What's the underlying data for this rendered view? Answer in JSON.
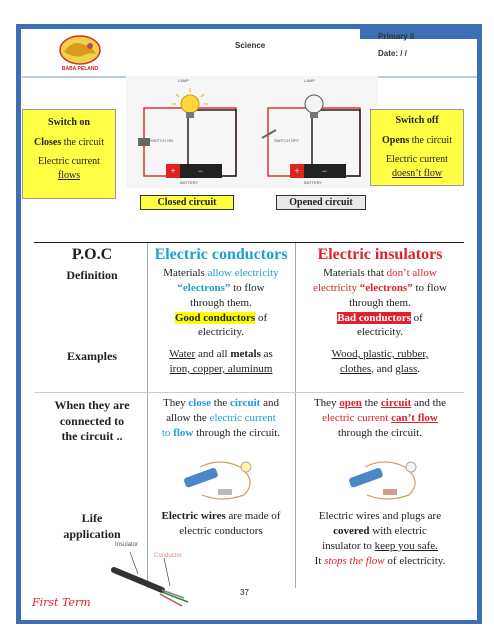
{
  "header": {
    "subject": "Science",
    "grade": "Primary 6",
    "date_label": "Date:  /  /",
    "logo_text": "BABA PELAND"
  },
  "circuit_image": {
    "lamp_left": "LAMP",
    "lamp_right": "LAMP",
    "switch_on": "SWITCH ON",
    "switch_off": "SWITCH OFF",
    "battery_left": "BATTERY",
    "battery_right": "BATTERY"
  },
  "callout_left": {
    "title": "Switch on",
    "line2_bold": "Closes",
    "line2_rest": " the circuit",
    "line3": "Electric current",
    "line4": "flows"
  },
  "callout_right": {
    "title": "Switch off",
    "line2_bold": "Opens",
    "line2_rest": " the circuit",
    "line3": "Electric current",
    "line4": "doesn’t flow"
  },
  "tags": {
    "closed": "Closed circuit",
    "opened": "Opened circuit"
  },
  "table": {
    "col_poc": "P.O.C",
    "col_conductors": "Electric conductors",
    "col_insulators": "Electric insulators",
    "row_definition": "Definition",
    "row_examples": "Examples",
    "row_connected_1": "When they are",
    "row_connected_2": "connected to",
    "row_connected_3": "the circuit ..",
    "row_life_1": "Life",
    "row_life_2": "application",
    "def_cond": {
      "p1": "Materials ",
      "p2": "allow electricity",
      "p3": "“electrons”",
      "p4": " to flow",
      "p5": "through them.",
      "p6": "Good conductors",
      "p7": " of",
      "p8": "electricity."
    },
    "def_ins": {
      "p1": "Materials that ",
      "p2": "don’t allow",
      "p3": "electricity ",
      "p4": "“electrons”",
      "p5": " to flow",
      "p6": "through them.",
      "p7": "Bad conductors",
      "p8": " of",
      "p9": "electricity."
    },
    "ex_cond": {
      "p1": "Water",
      "p2": " and all ",
      "p3": "metals",
      "p4": " as",
      "p5": "iron, copper, aluminum"
    },
    "ex_ins": {
      "p1": "Wood, plastic, rubber,",
      "p2": "clothes",
      "p3": ", and ",
      "p4": "glass",
      "p5": "."
    },
    "conn_cond": {
      "p1": "They ",
      "p2": "close",
      "p3": " the ",
      "p4": "circuit",
      "p5": " and",
      "p6": "allow the ",
      "p7": "electric current",
      "p8": "to ",
      "p9": "flow",
      "p10": " through the circuit."
    },
    "conn_ins": {
      "p1": "They ",
      "p2": "open",
      "p3": " the ",
      "p4": "circuit",
      "p5": " and the",
      "p6": "electric current ",
      "p7": "can’t flow",
      "p8": "through the circuit."
    },
    "life_cond": {
      "p1": "Electric wires",
      "p2": " are made of",
      "p3": "electric conductors"
    },
    "life_ins": {
      "p1": "Electric wires and plugs are",
      "p2": "covered",
      "p3": " with electric",
      "p4": "insulator to ",
      "p5": "keep you safe.",
      "p6": "It ",
      "p7": "stops the flow",
      "p8": " of electricity."
    },
    "insulator_label": "Insulator",
    "conductor_label": "Conductor"
  },
  "footer": {
    "page": "37",
    "term": "First Term"
  },
  "colors": {
    "frame": "#3d6fb4",
    "callout": "#ffff44",
    "blue_text": "#1ba0d8",
    "red_text": "#e0202a"
  }
}
